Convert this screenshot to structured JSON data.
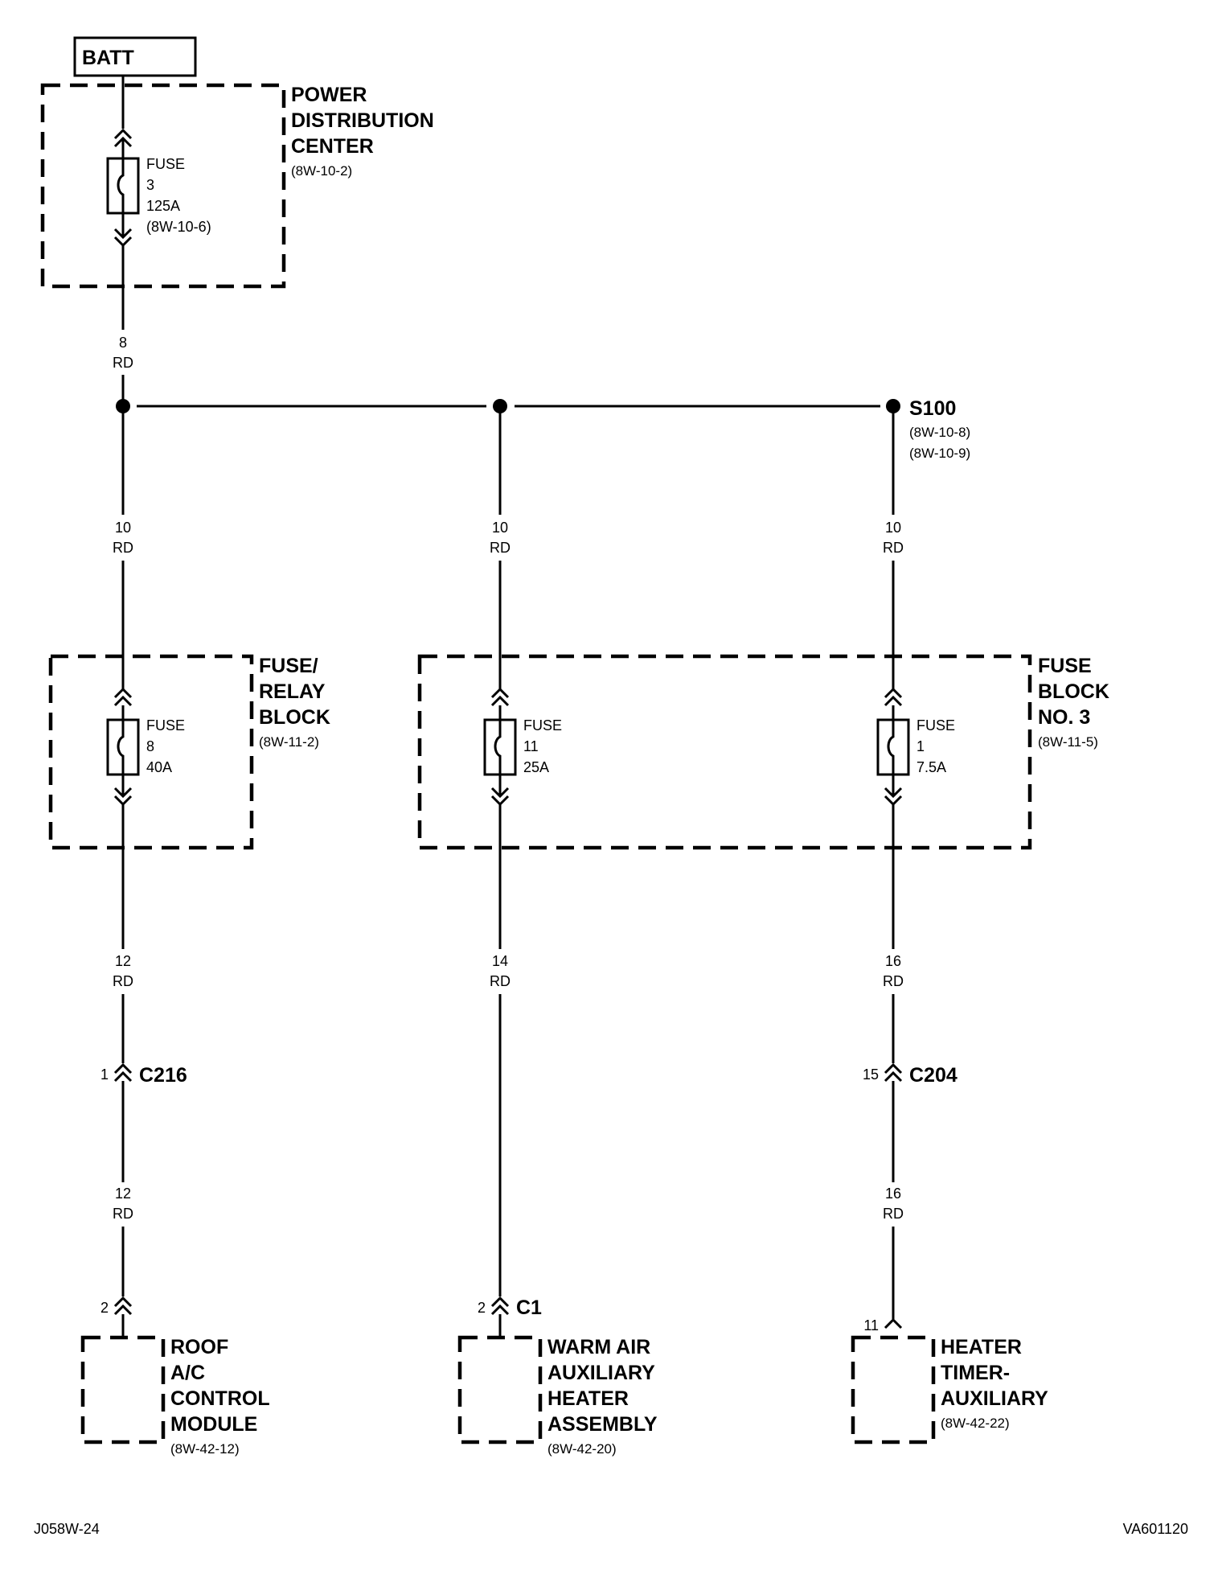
{
  "batt": {
    "label": "BATT"
  },
  "pdc": {
    "title": [
      "POWER",
      "DISTRIBUTION",
      "CENTER"
    ],
    "ref": "(8W-10-2)",
    "fuse": {
      "label": "FUSE",
      "number": "3",
      "rating": "125A",
      "ref": "(8W-10-6)"
    }
  },
  "wire_main": {
    "gauge": "8",
    "color": "RD"
  },
  "splice": {
    "id": "S100",
    "refs": [
      "(8W-10-8)",
      "(8W-10-9)"
    ]
  },
  "branch_wires": [
    {
      "gauge": "10",
      "color": "RD"
    },
    {
      "gauge": "10",
      "color": "RD"
    },
    {
      "gauge": "10",
      "color": "RD"
    }
  ],
  "fuse_relay_block": {
    "title": [
      "FUSE/",
      "RELAY",
      "BLOCK"
    ],
    "ref": "(8W-11-2)",
    "fuse": {
      "label": "FUSE",
      "number": "8",
      "rating": "40A"
    }
  },
  "fuse_block_3": {
    "title": [
      "FUSE",
      "BLOCK",
      "NO. 3"
    ],
    "ref": "(8W-11-5)",
    "fuses": [
      {
        "label": "FUSE",
        "number": "11",
        "rating": "25A"
      },
      {
        "label": "FUSE",
        "number": "1",
        "rating": "7.5A"
      }
    ]
  },
  "lower_wires": [
    {
      "gauge": "12",
      "color": "RD"
    },
    {
      "gauge": "14",
      "color": "RD"
    },
    {
      "gauge": "16",
      "color": "RD"
    }
  ],
  "connectors": [
    {
      "pin": "1",
      "id": "C216"
    },
    {
      "pin": "15",
      "id": "C204"
    }
  ],
  "post_connector_wires": [
    {
      "gauge": "12",
      "color": "RD"
    },
    {
      "gauge": "16",
      "color": "RD"
    }
  ],
  "components": [
    {
      "pin": "2",
      "connector": "",
      "title": [
        "ROOF",
        "A/C",
        "CONTROL",
        "MODULE"
      ],
      "ref": "(8W-42-12)"
    },
    {
      "pin": "2",
      "connector": "C1",
      "title": [
        "WARM AIR",
        "AUXILIARY",
        "HEATER",
        "ASSEMBLY"
      ],
      "ref": "(8W-42-20)"
    },
    {
      "pin": "11",
      "connector": "",
      "title": [
        "HEATER",
        "TIMER-",
        "AUXILIARY"
      ],
      "ref": "(8W-42-22)"
    }
  ],
  "footer": {
    "left": "J058W-24",
    "right": "VA601120"
  }
}
